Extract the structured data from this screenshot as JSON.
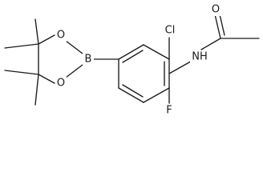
{
  "molecule": {
    "atoms": {
      "cl": "Cl",
      "o_carbonyl": "O",
      "nh": "NH",
      "f": "F",
      "b": "B",
      "o_upper": "O",
      "o_lower": "O"
    }
  }
}
